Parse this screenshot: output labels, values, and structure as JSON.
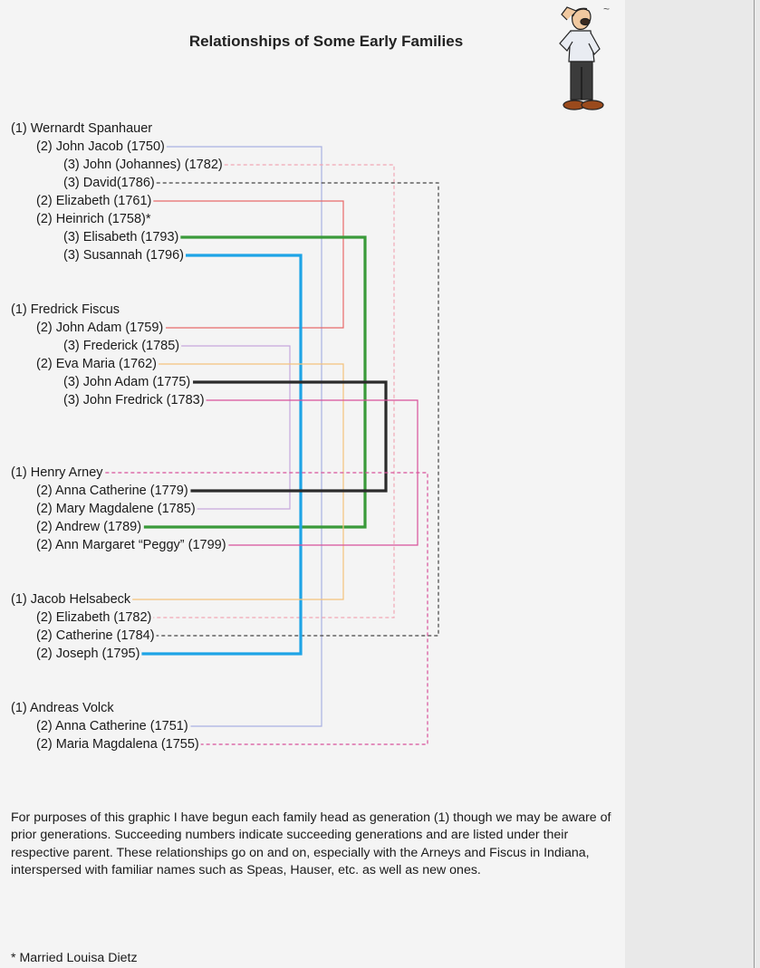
{
  "title": "Relationships of Some Early Families",
  "families": [
    {
      "entries": [
        {
          "gen": "(1)",
          "label": "Wernardt Spanhauer"
        },
        {
          "gen": "(2)",
          "label": "John Jacob (1750)"
        },
        {
          "gen": "(3)",
          "label": "John (Johannes) (1782)"
        },
        {
          "gen": "(3)",
          "label": "David(1786)"
        },
        {
          "gen": "(2)",
          "label": "Elizabeth (1761)"
        },
        {
          "gen": "(2)",
          "label": "Heinrich (1758)*"
        },
        {
          "gen": "(3)",
          "label": "Elisabeth (1793)"
        },
        {
          "gen": "(3)",
          "label": "Susannah (1796)"
        }
      ]
    },
    {
      "entries": [
        {
          "gen": "(1)",
          "label": "Fredrick Fiscus"
        },
        {
          "gen": "(2)",
          "label": "John Adam (1759)"
        },
        {
          "gen": "(3)",
          "label": "Frederick (1785)"
        },
        {
          "gen": "(2)",
          "label": "Eva Maria (1762)"
        },
        {
          "gen": "(3)",
          "label": "John Adam (1775)"
        },
        {
          "gen": "(3)",
          "label": "John Fredrick (1783)"
        }
      ]
    },
    {
      "entries": [
        {
          "gen": "(1)",
          "label": "Henry Arney"
        },
        {
          "gen": "(2)",
          "label": "Anna Catherine (1779)"
        },
        {
          "gen": "(2)",
          "label": "Mary Magdalene (1785)"
        },
        {
          "gen": "(2)",
          "label": "Andrew (1789)"
        },
        {
          "gen": "(2)",
          "label": "Ann Margaret “Peggy” (1799)"
        }
      ]
    },
    {
      "entries": [
        {
          "gen": "(1)",
          "label": "Jacob Helsabeck"
        },
        {
          "gen": "(2)",
          "label": "Elizabeth (1782)"
        },
        {
          "gen": "(2)",
          "label": "Catherine (1784)"
        },
        {
          "gen": "(2)",
          "label": "Joseph (1795)"
        }
      ]
    },
    {
      "entries": [
        {
          "gen": "(1)",
          "label": "Andreas Volck"
        },
        {
          "gen": "(2)",
          "label": "Anna Catherine (1751)"
        },
        {
          "gen": "(2)",
          "label": "Maria Magdalena (1755)"
        }
      ]
    }
  ],
  "connections": [
    {
      "from": "John Jacob (1750)",
      "to": "Anna Catherine (1751)",
      "color": "#a9b1e2",
      "style": "solid"
    },
    {
      "from": "John (Johannes) (1782)",
      "to": "Elizabeth (1782)",
      "color": "#f1a7b4",
      "style": "dashed"
    },
    {
      "from": "David(1786)",
      "to": "Catherine (1784)",
      "color": "#444444",
      "style": "dashed"
    },
    {
      "from": "Elizabeth (1761)",
      "to": "John Adam (1759)",
      "color": "#e86a6a",
      "style": "solid"
    },
    {
      "from": "Elisabeth (1793)",
      "to": "Andrew (1789)",
      "color": "#3a9a3a",
      "style": "thick"
    },
    {
      "from": "Susannah (1796)",
      "to": "Joseph (1795)",
      "color": "#1ea4e6",
      "style": "thick"
    },
    {
      "from": "Frederick (1785)",
      "to": "Mary Magdalene (1785)",
      "color": "#c6a8dc",
      "style": "solid"
    },
    {
      "from": "Eva Maria (1762)",
      "to": "Jacob Helsabeck",
      "color": "#f3c27c",
      "style": "solid"
    },
    {
      "from": "John Adam (1775)",
      "to": "Anna Catherine (1779)",
      "color": "#2b2b2b",
      "style": "thick"
    },
    {
      "from": "John Fredrick (1783)",
      "to": "Ann Margaret “Peggy” (1799)",
      "color": "#d8529a",
      "style": "solid"
    },
    {
      "from": "Henry Arney",
      "to": "Maria Magdalena (1755)",
      "color": "#d8529a",
      "style": "dashed"
    }
  ],
  "explanation": "For purposes of this graphic I have begun each family head as generation (1) though we may be aware of prior generations.  Succeeding numbers indicate succeeding generations and are listed under their respective parent.  These relationships go on and on, especially with the Arneys and Fiscus in Indiana, interspersed with familiar names such as Speas, Hauser, etc. as well as new ones.",
  "footnote": "*  Married Louisa Dietz"
}
